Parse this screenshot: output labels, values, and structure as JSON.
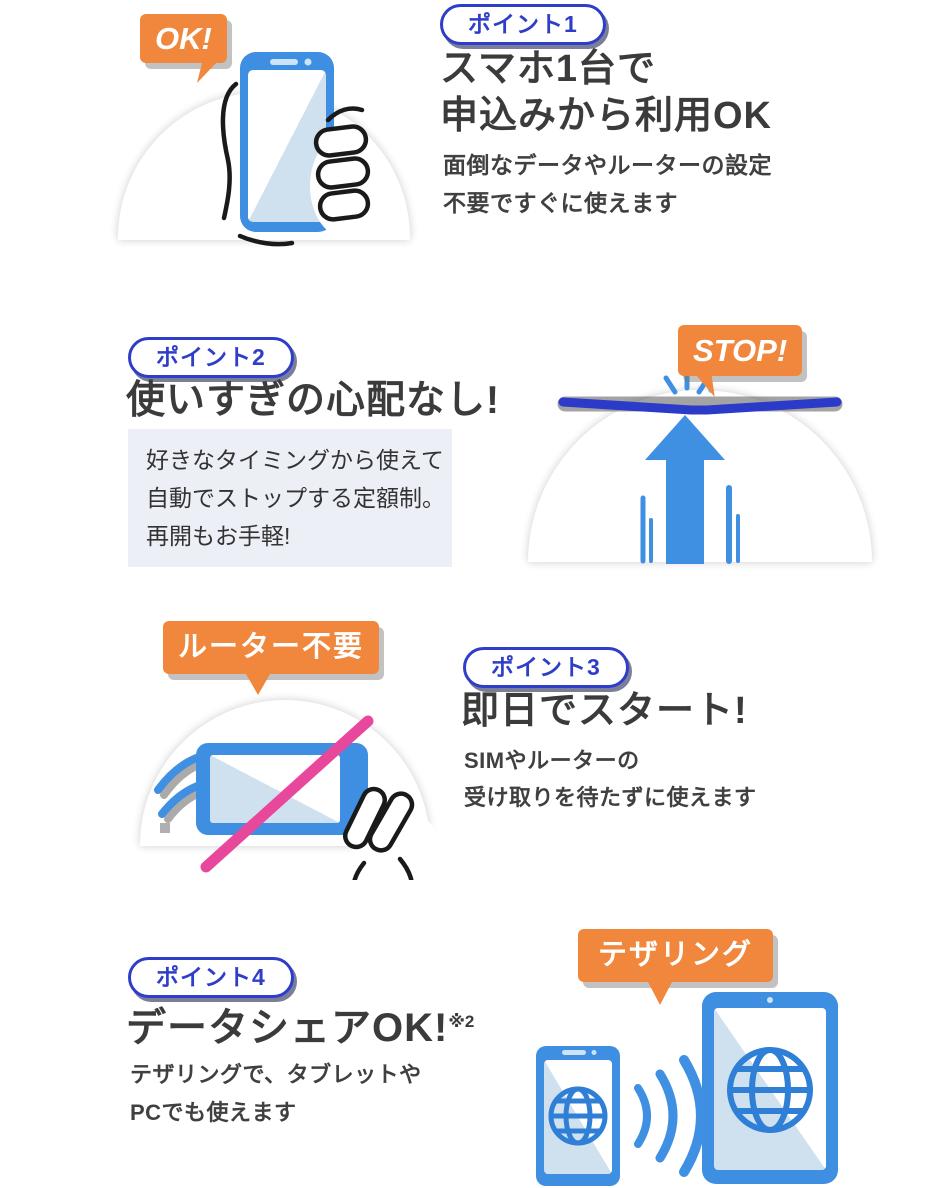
{
  "colors": {
    "accent_orange": "#F0873C",
    "device_blue": "#3E8FE1",
    "outline_navy": "#2F3EC8",
    "cross_pink": "#E8489B",
    "text_dark": "#3B3B3B",
    "box_bg": "#EDEFF6",
    "screen_tint": "#CFE0EF"
  },
  "point1": {
    "badge": "ポイント1",
    "bubble": "OK!",
    "heading_line1": "スマホ1台で",
    "heading_line2": "申込みから利用OK",
    "sub_line1": "面倒なデータやルーターの設定",
    "sub_line2": "不要ですぐに使えます",
    "illustration": "hand-holding-smartphone"
  },
  "point2": {
    "badge": "ポイント2",
    "heading": "使いすぎの心配なし!",
    "box_line1": "好きなタイミングから使えて",
    "box_line2": "自動でストップする定額制。",
    "box_line3": "再開もお手軽!",
    "bubble": "STOP!",
    "illustration": "arrow-stopped-by-limit-bar"
  },
  "point3": {
    "bubble": "ルーター不要",
    "badge": "ポイント3",
    "heading": "即日でスタート!",
    "sub_line1": "SIMやルーターの",
    "sub_line2": "受け取りを待たずに使えます",
    "illustration": "crossed-out-router"
  },
  "point4": {
    "badge": "ポイント4",
    "heading": "データシェアOK!",
    "heading_note": "※2",
    "sub_line1": "テザリングで、タブレットや",
    "sub_line2": "PCでも使えます",
    "bubble": "テザリング",
    "illustration": "phone-tethering-to-tablet"
  }
}
